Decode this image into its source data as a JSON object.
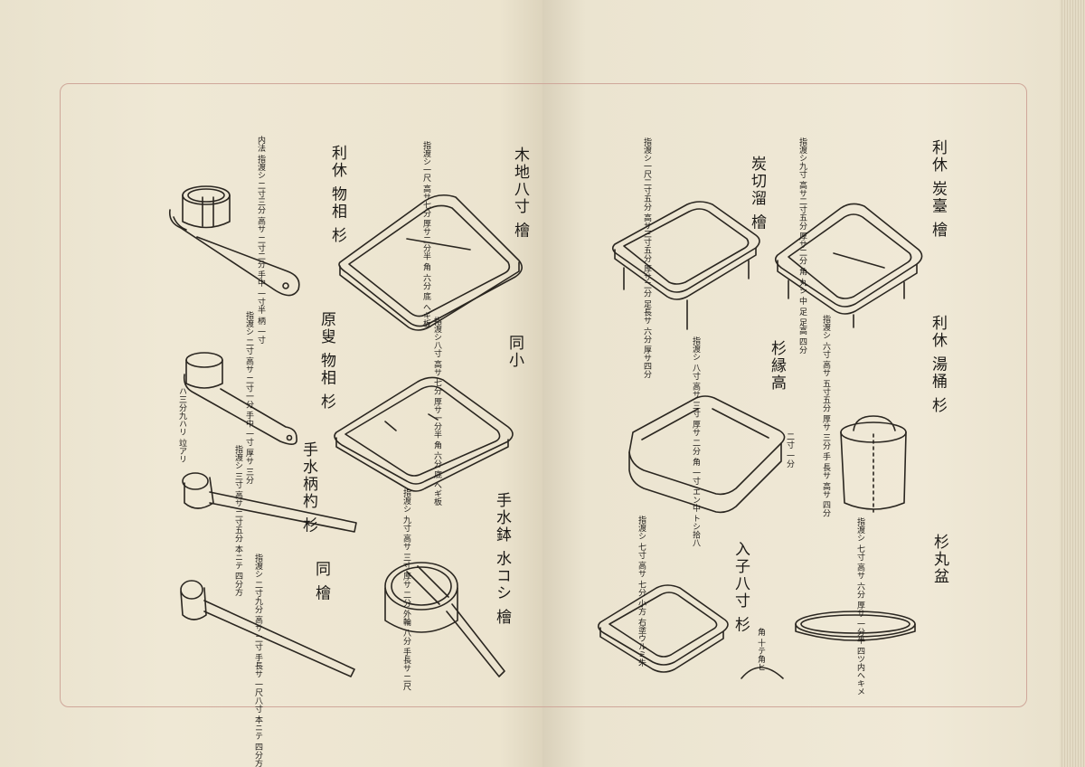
{
  "items": [
    {
      "id": "rikyu-sumidai",
      "title": "利休 炭臺 檜",
      "note": "指渡シ九寸 高サ二寸五分 厚サ二分 角 丸シ 中 足 足高 四分"
    },
    {
      "id": "sumikiri-damari",
      "title": "炭切溜 檜",
      "note": "指渡シ一尺二寸五分 高サ三寸五分 厚サ二分 足長サ 六分 厚サ四分"
    },
    {
      "id": "kiji-hassun",
      "title": "木地八寸 檜",
      "note": "指渡シ一尺 高サ七分 厚サ二分半 角 六分 底 へギ板"
    },
    {
      "id": "rikyu-mono-soe",
      "title": "利休 物相 杉",
      "note": "内法 指渡シ 二寸三分 高サ 二寸二分 手中 一寸半 柄 一寸"
    },
    {
      "id": "genso-mono-soe",
      "title": "原叟 物相 杉",
      "note": "指渡シ 二寸 高サ 二寸一分 手中 一寸 厚サ 三分"
    },
    {
      "id": "onaji-sho",
      "title": "同小",
      "note": "指渡シ八寸 高サ 七分 厚サ一分半 角 六分 底 へギ板"
    },
    {
      "id": "sugi-fuchidaka",
      "title": "杉縁高",
      "note": "指渡シ 八寸 高サ 三寸 厚サ 二分 角 一寸 エン中 トシ拾八"
    },
    {
      "id": "rikyu-yuoke",
      "title": "利休 湯桶 杉",
      "note": "指渡シ 六寸 高サ 五寸五分 厚サ 三分 手 長サ 高サ 四分"
    },
    {
      "id": "chozu-hisaku",
      "title": "手水柄杓 杉",
      "note": "指渡シ 三寸 高サ 二寸五分 本ニテ 四分方"
    },
    {
      "id": "onaji-hinoki",
      "title": "同 檜",
      "note": "指渡シ 二寸九分 高サ 二寸 手長サ 一尺八寸 本ニテ 四分方"
    },
    {
      "id": "chozu-bachi",
      "title": "手水鉢 水コシ 檜",
      "note": "指渡シ 九寸 高サ 三寸 厚サ 二分 外輪 八分 手長サ 二尺"
    },
    {
      "id": "irego-hassun",
      "title": "入子八寸 杉",
      "note": "指渡シ 七寸 高サ 七分 小方 右塗ウルミ朱"
    },
    {
      "id": "sugi-marubon",
      "title": "杉丸盆",
      "note": "指渡シ 七寸 高サ 六分 厚サ 一分半 四ツ内へキメ"
    }
  ],
  "annotations": {
    "side_note": "二寸 一分",
    "corner_label": "角 十テ角ヒ",
    "ladle_note": "ハ三分九ハリ 竝アリ"
  }
}
